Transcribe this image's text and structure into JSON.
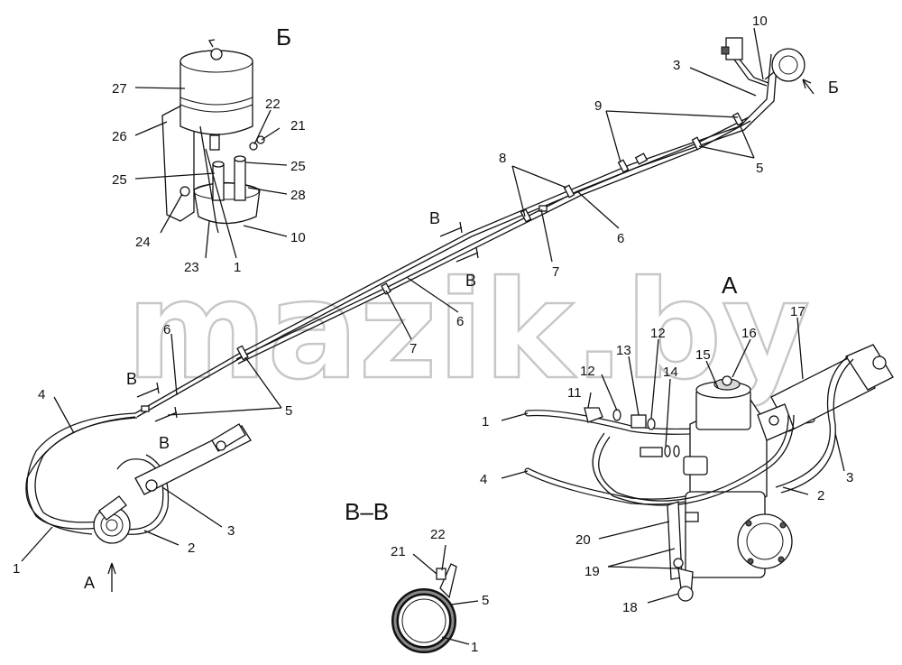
{
  "watermark": "mazik.by",
  "views": {
    "view_b": "Б",
    "view_a": "А",
    "section_vv": "В–В",
    "section_mark": "В",
    "arrow_a": "А",
    "arrow_b": "Б"
  },
  "callouts": {
    "c27": "27",
    "c26": "26",
    "c25a": "25",
    "c25b": "25",
    "c24": "24",
    "c23": "23",
    "c1_top": "1",
    "c10_top": "10",
    "c28": "28",
    "c22_top": "22",
    "c21_top": "21",
    "c10_right": "10",
    "c3_top": "3",
    "c9": "9",
    "c5_top": "5",
    "c8": "8",
    "c6_mid": "6",
    "c7_mid": "7",
    "c6_low": "6",
    "c7_low": "7",
    "c6_left": "6",
    "c4_left": "4",
    "c5_left": "5",
    "c3_left": "3",
    "c2_left": "2",
    "c1_left": "1",
    "c22_sec": "22",
    "c21_sec": "21",
    "c5_sec": "5",
    "c1_sec": "1",
    "c11": "11",
    "c12a": "12",
    "c13": "13",
    "c12b": "12",
    "c14": "14",
    "c15": "15",
    "c16": "16",
    "c17": "17",
    "c1_a": "1",
    "c4_a": "4",
    "c3_a": "3",
    "c2_a": "2",
    "c20": "20",
    "c19": "19",
    "c18": "18"
  }
}
